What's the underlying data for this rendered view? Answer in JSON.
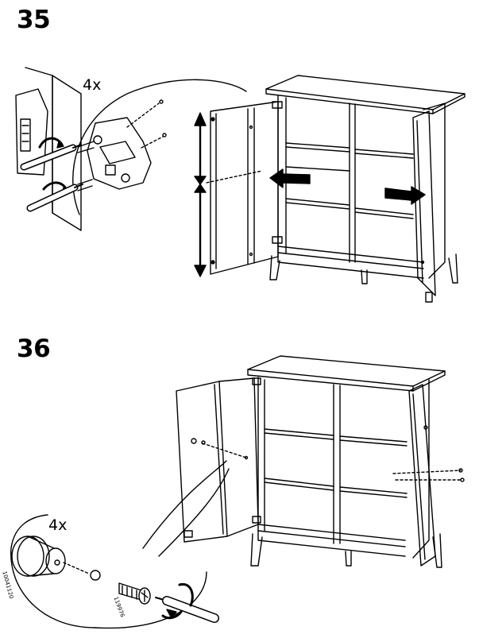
{
  "steps": [
    {
      "number": "35",
      "quantity": "4x"
    },
    {
      "number": "36",
      "quantity": "4x",
      "parts": [
        "10041120",
        "119976"
      ]
    }
  ],
  "icons": {
    "hinge_detail": "hinge-adjust-icon",
    "height_adjust": "double-arrow-vertical-icon",
    "depth_adjust": "arrow-left-right-icon",
    "knob": "knob-icon",
    "screw": "screw-icon",
    "screwdriver": "screwdriver-icon"
  },
  "colors": {
    "ink": "#000000",
    "paper": "#ffffff",
    "arrow_gray": "#888888"
  }
}
